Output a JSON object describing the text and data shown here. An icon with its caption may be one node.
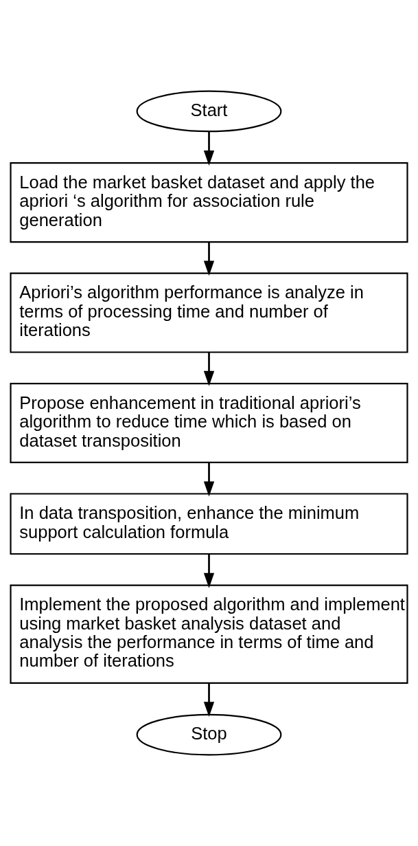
{
  "diagram": {
    "nodes": [
      {
        "text": [
          "Start"
        ]
      },
      {
        "text": [
          "Load the market basket dataset and apply the apriori ‘s algorithm for association rule generation"
        ]
      },
      {
        "text": [
          "Apriori’s algorithm performance is analyze in terms of processing time and number of iterations"
        ]
      },
      {
        "text": [
          "Propose enhancement in traditional apriori’s algorithm to reduce time which is based on dataset transposition"
        ]
      },
      {
        "text": [
          "In data transposition, enhance the minimum support calculation formula"
        ]
      },
      {
        "text": [
          "Implement the proposed algorithm and implement using market basket analysis dataset and analysis the performance in terms of time and number of iterations"
        ]
      },
      {
        "text": [
          "Stop"
        ]
      }
    ],
    "edges": [
      {
        "from": 0,
        "to": 1,
        "arrow": "to"
      },
      {
        "from": 1,
        "to": 2,
        "arrow": "to"
      },
      {
        "from": 2,
        "to": 3,
        "arrow": "to"
      },
      {
        "from": 3,
        "to": 4,
        "arrow": "to"
      },
      {
        "from": 4,
        "to": 5,
        "arrow": "to"
      },
      {
        "from": 5,
        "to": 6,
        "arrow": "to"
      }
    ]
  }
}
